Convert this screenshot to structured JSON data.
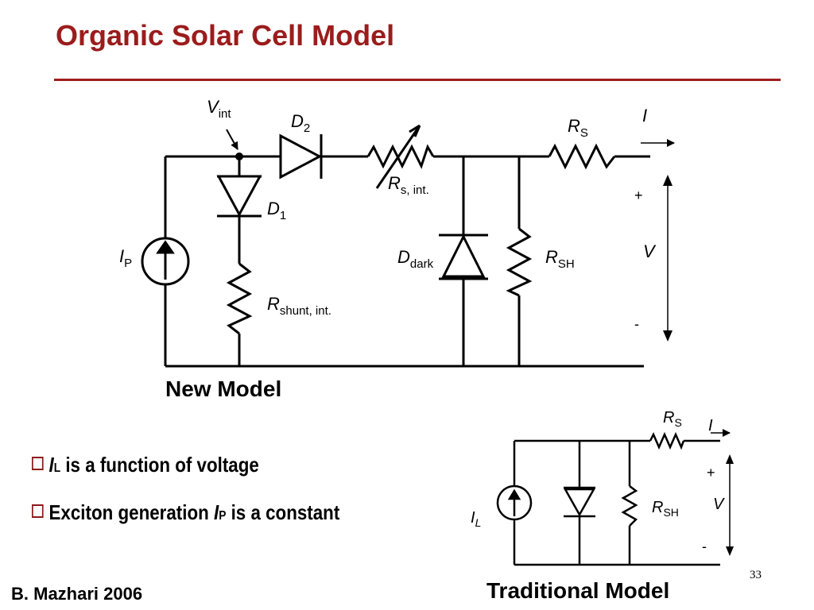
{
  "slide": {
    "title": "Organic Solar Cell Model",
    "footer": "B. Mazhari 2006",
    "page_number": "33"
  },
  "new_model": {
    "caption": "New Model",
    "labels": {
      "v_int": {
        "main": "V",
        "sub": "int"
      },
      "d2": {
        "main": "D",
        "sub": "2"
      },
      "rs_int": {
        "main": "R",
        "sub": "s, int."
      },
      "rs": {
        "main": "R",
        "sub": "S"
      },
      "current": "I",
      "d1": {
        "main": "D",
        "sub": "1"
      },
      "ip": {
        "main": "I",
        "sub": "P"
      },
      "d_dark": {
        "main": "D",
        "sub": "dark"
      },
      "rsh": {
        "main": "R",
        "sub": "SH"
      },
      "r_shunt_int": {
        "main": "R",
        "sub": "shunt, int."
      },
      "plus": "+",
      "voltage": "V",
      "minus": "-"
    }
  },
  "traditional_model": {
    "caption": "Traditional Model",
    "labels": {
      "rs": {
        "main": "R",
        "sub": "S"
      },
      "current": "I",
      "il": {
        "main": "I",
        "sub": "L"
      },
      "rsh": {
        "main": "R",
        "sub": "SH"
      },
      "plus": "+",
      "voltage": "V",
      "minus": "-"
    }
  },
  "bullets": [
    {
      "italic": "I",
      "sub": "L",
      "text": " is a function of voltage"
    },
    {
      "pre": "Exciton generation ",
      "italic": "I",
      "sub": "P",
      "text": " is a constant"
    }
  ],
  "colors": {
    "title": "#9b1c1c",
    "rule": "#a01c1c",
    "bullet_box": "#8b1a1a",
    "wire": "#000000"
  }
}
